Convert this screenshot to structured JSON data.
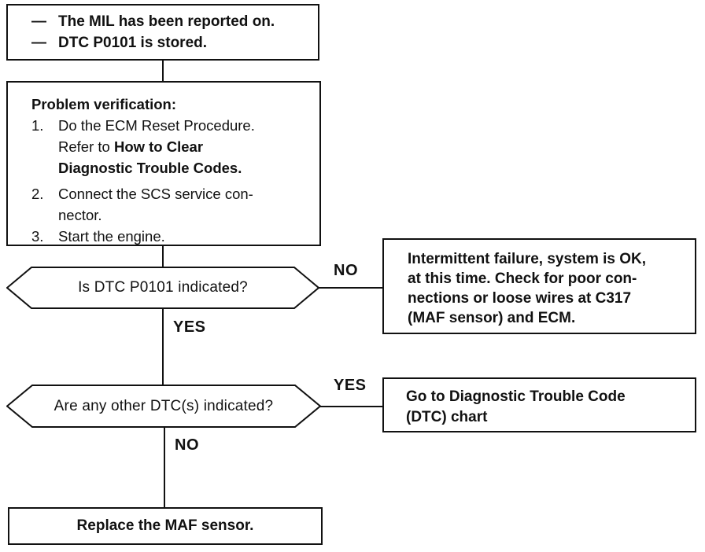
{
  "colors": {
    "ink": "#111111",
    "background": "#ffffff"
  },
  "flowchart": {
    "start_box": {
      "bullet": "—",
      "items": [
        "The MIL has been reported on.",
        "DTC P0101 is stored."
      ]
    },
    "problem_box": {
      "title": "Problem verification:",
      "step1": {
        "num": "1.",
        "line1": "Do the ECM Reset Procedure.",
        "refer_prefix": "Refer to ",
        "refer_bold_line1": "How to Clear",
        "refer_bold_line2": "Diagnostic Trouble Codes."
      },
      "step2": {
        "num": "2.",
        "line1": "Connect the SCS service con-",
        "line2": "nector."
      },
      "step3": {
        "num": "3.",
        "line1": "Start the engine."
      }
    },
    "decision1": {
      "question": "Is DTC P0101 indicated?",
      "no_label": "NO",
      "yes_label": "YES"
    },
    "no_result_box": {
      "line1": "Intermittent failure, system is OK,",
      "line2": "at this time. Check for poor con-",
      "line3": "nections or loose wires at C317",
      "line4": "(MAF sensor) and ECM."
    },
    "decision2": {
      "question": "Are any other DTC(s) indicated?",
      "yes_label": "YES",
      "no_label": "NO"
    },
    "yes_result_box": {
      "line1": "Go to Diagnostic Trouble Code",
      "line2": "(DTC) chart"
    },
    "end_box": {
      "text": "Replace the MAF sensor."
    }
  }
}
